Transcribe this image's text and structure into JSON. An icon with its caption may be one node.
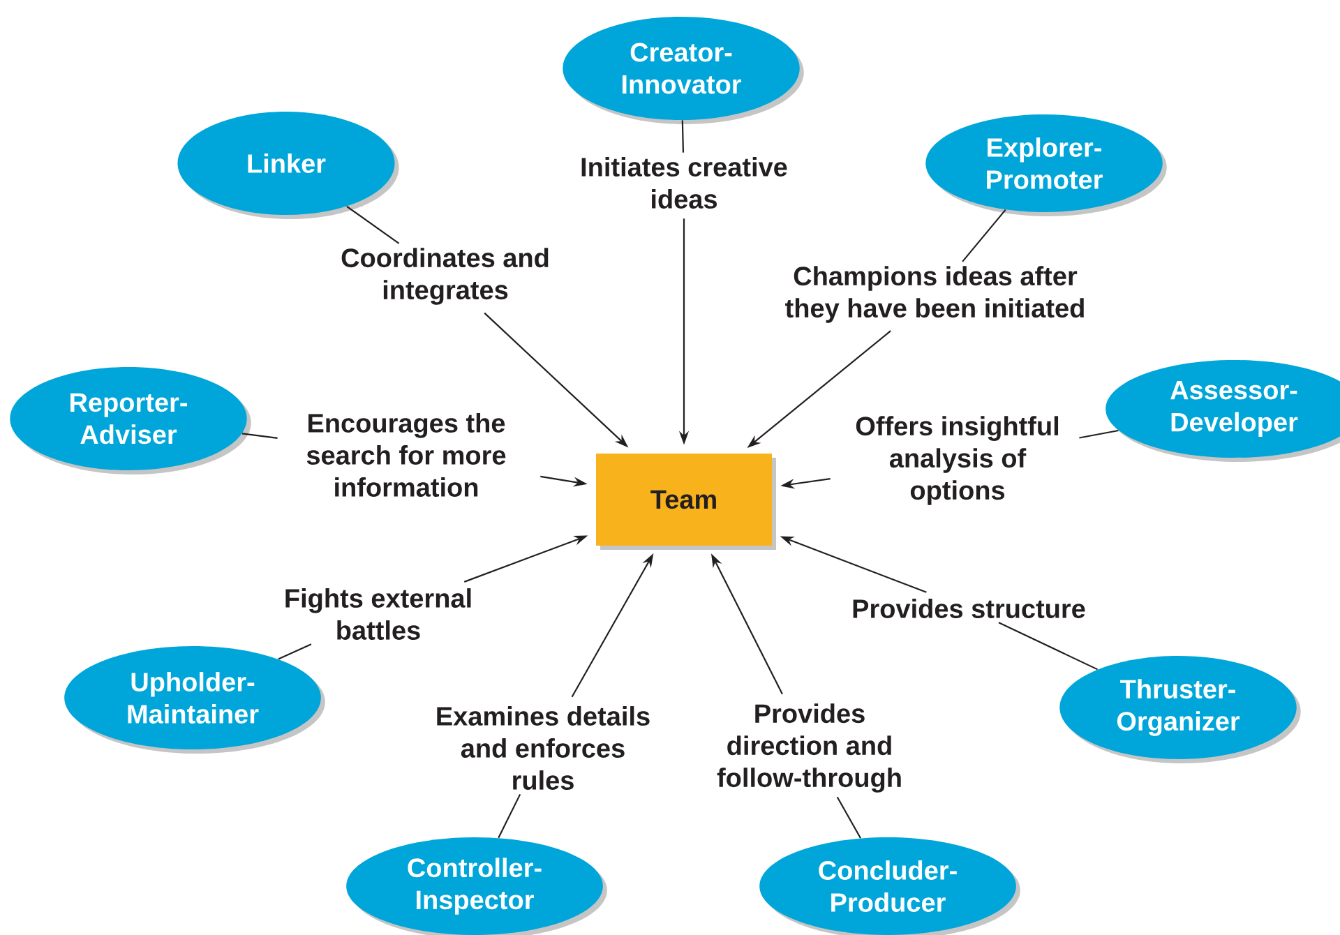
{
  "diagram": {
    "nodes": [
      {
        "text": [
          "Team"
        ]
      },
      {
        "text": [
          "Creator-Innovator"
        ]
      },
      {
        "text": [
          "Initiates creative ideas"
        ]
      },
      {
        "text": [
          "Linker"
        ]
      },
      {
        "text": [
          "Coordinates and integrates"
        ]
      },
      {
        "text": [
          "Explorer-Promoter"
        ]
      },
      {
        "text": [
          "Champions ideas after they have been initiated"
        ]
      },
      {
        "text": [
          "Reporter-Adviser"
        ]
      },
      {
        "text": [
          "Encourages the search for more information"
        ]
      },
      {
        "text": [
          "Assessor-Developer"
        ]
      },
      {
        "text": [
          "Offers insightful analysis of options"
        ]
      },
      {
        "text": [
          "Upholder-Maintainer"
        ]
      },
      {
        "text": [
          "Fights external battles"
        ]
      },
      {
        "text": [
          "Thruster-Organizer"
        ]
      },
      {
        "text": [
          "Provides structure"
        ]
      },
      {
        "text": [
          "Controller-Inspector"
        ]
      },
      {
        "text": [
          "Examines details and enforces rules"
        ]
      },
      {
        "text": [
          "Concluder-Producer"
        ]
      },
      {
        "text": [
          "Provides direction and follow-through"
        ]
      }
    ],
    "edges": [
      {
        "from": 1,
        "to": 2,
        "arrow": "none"
      },
      {
        "from": 2,
        "to": 0,
        "arrow": "to"
      },
      {
        "from": 3,
        "to": 4,
        "arrow": "none"
      },
      {
        "from": 4,
        "to": 0,
        "arrow": "to"
      },
      {
        "from": 5,
        "to": 6,
        "arrow": "none"
      },
      {
        "from": 6,
        "to": 0,
        "arrow": "to"
      },
      {
        "from": 7,
        "to": 8,
        "arrow": "none"
      },
      {
        "from": 8,
        "to": 0,
        "arrow": "to"
      },
      {
        "from": 9,
        "to": 10,
        "arrow": "none"
      },
      {
        "from": 10,
        "to": 0,
        "arrow": "to"
      },
      {
        "from": 11,
        "to": 12,
        "arrow": "none"
      },
      {
        "from": 12,
        "to": 0,
        "arrow": "to"
      },
      {
        "from": 13,
        "to": 14,
        "arrow": "none"
      },
      {
        "from": 14,
        "to": 0,
        "arrow": "to"
      },
      {
        "from": 15,
        "to": 16,
        "arrow": "none"
      },
      {
        "from": 16,
        "to": 0,
        "arrow": "to"
      },
      {
        "from": 17,
        "to": 18,
        "arrow": "none"
      },
      {
        "from": 18,
        "to": 0,
        "arrow": "to"
      }
    ]
  }
}
